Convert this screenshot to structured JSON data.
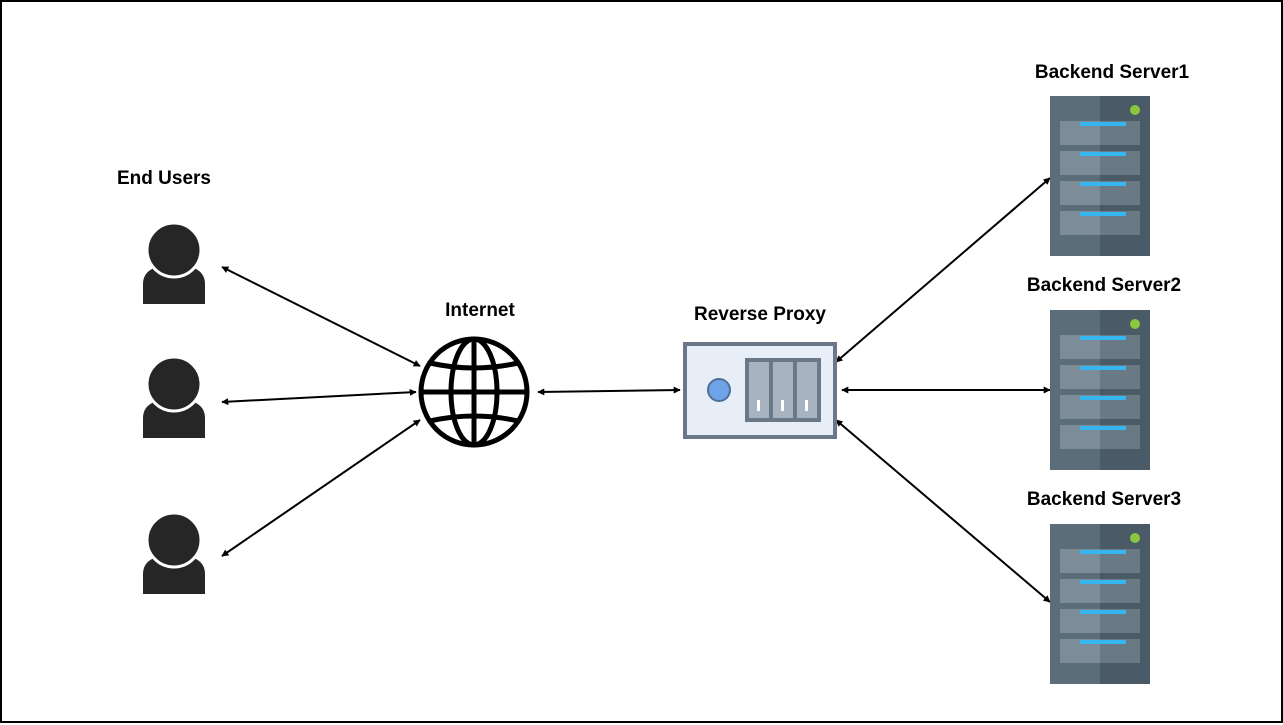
{
  "labels": {
    "end_users": "End Users",
    "internet": "Internet",
    "reverse_proxy": "Reverse Proxy",
    "backend_servers": [
      "Backend Server1",
      "Backend Server2",
      "Backend Server3"
    ]
  },
  "nodes": {
    "users": [
      {
        "id": "user-1",
        "icon": "user-icon"
      },
      {
        "id": "user-2",
        "icon": "user-icon"
      },
      {
        "id": "user-3",
        "icon": "user-icon"
      }
    ],
    "internet": {
      "id": "internet",
      "icon": "globe-icon"
    },
    "proxy": {
      "id": "reverse-proxy",
      "icon": "proxy-appliance-icon"
    },
    "servers": [
      {
        "id": "backend-server-1",
        "icon": "server-rack-icon"
      },
      {
        "id": "backend-server-2",
        "icon": "server-rack-icon"
      },
      {
        "id": "backend-server-3",
        "icon": "server-rack-icon"
      }
    ]
  },
  "edges": [
    {
      "from": "user-1",
      "to": "internet",
      "direction": "both"
    },
    {
      "from": "user-2",
      "to": "internet",
      "direction": "both"
    },
    {
      "from": "user-3",
      "to": "internet",
      "direction": "both"
    },
    {
      "from": "internet",
      "to": "reverse-proxy",
      "direction": "both"
    },
    {
      "from": "reverse-proxy",
      "to": "backend-server-1",
      "direction": "both"
    },
    {
      "from": "reverse-proxy",
      "to": "backend-server-2",
      "direction": "both"
    },
    {
      "from": "reverse-proxy",
      "to": "backend-server-3",
      "direction": "both"
    }
  ],
  "colors": {
    "user": "#262626",
    "line": "#000000",
    "server_dark": "#4a5a66",
    "server_light": "#5b6d79",
    "server_slot": "#7d8d98",
    "server_led": "#8cc63f",
    "server_bar": "#35b6f0",
    "proxy_fill": "#e8eef7",
    "proxy_stroke": "#6b7888",
    "proxy_button": "#6ea3e8"
  }
}
